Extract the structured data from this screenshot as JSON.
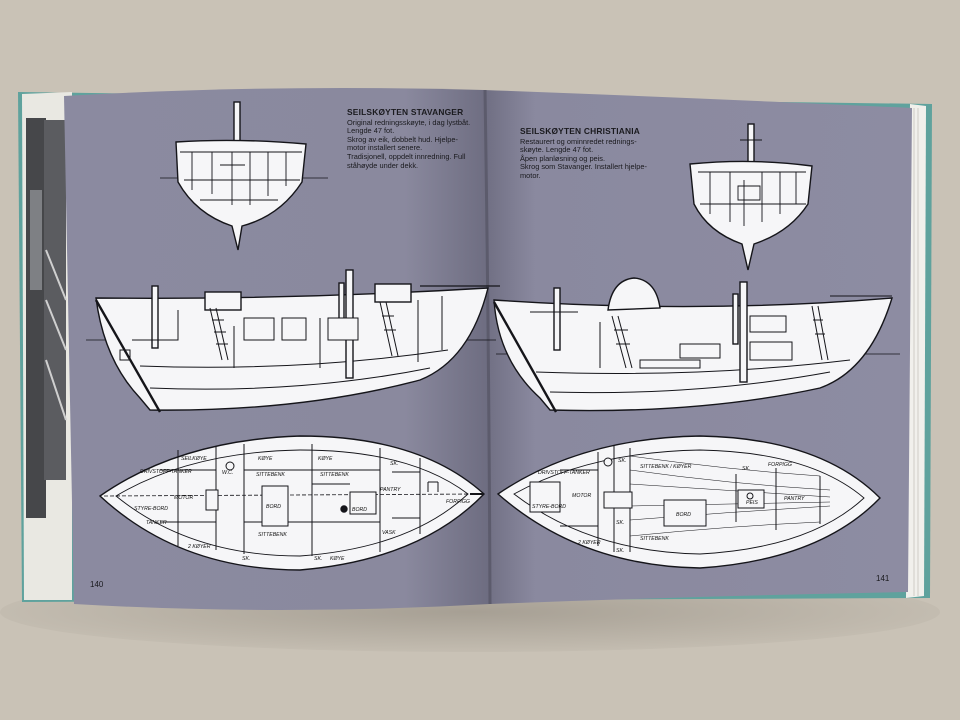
{
  "left_page": {
    "title": "SEILSKØYTEN STAVANGER",
    "lines": [
      "Original redningsskøyte, i dag lystbåt.",
      "Lengde 47 fot.",
      "Skrog av eik, dobbelt hud. Hjelpe-",
      "motor installert senere.",
      "Tradisjonell, oppdelt innredning. Full",
      "ståhøyde under dekk."
    ],
    "page_number": "140",
    "plan_labels": {
      "seilkoye": "SEILKØYE",
      "koye_top": "KØYE",
      "koye_top2": "KØYE",
      "sk_top": "SK.",
      "sittebenk_top": "SITTEBENK",
      "sittebenk_top2": "SITTEBENK",
      "drivstofftanker": "DRIVSTOFF-TANKER",
      "motor": "MOTOR",
      "styrebord": "STYRE-BORD",
      "tanker": "TANKER",
      "bord": "BORD",
      "bord2": "BORD",
      "pantry": "PANTRY",
      "forpigg": "FORPIGG",
      "wc": "W.C.",
      "koyer": "2 KØYER",
      "sk_b1": "SK.",
      "sittebenk_bot": "SITTEBENK",
      "sk_b2": "SK.",
      "koye_bot": "KØYE",
      "vask": "VASK"
    }
  },
  "right_page": {
    "title": "SEILSKØYTEN CHRISTIANIA",
    "lines": [
      "Restaurert og ominnredet rednings-",
      "skøyte. Lengde 47 fot.",
      "Åpen planløsning og peis.",
      "Skrog som Stavanger. Installert hjelpe-",
      "motor."
    ],
    "page_number": "141",
    "plan_labels": {
      "sittebenk_koyer": "SITTEBENK / KØYER",
      "sk_top": "SK.",
      "skap": "SK.",
      "drivstofftanker": "DRIVSTOFF-TANKER",
      "motor": "MOTOR",
      "styrebord": "STYRE-BORD",
      "bord": "BORD",
      "peis": "PEIS",
      "pantry": "PANTRY",
      "forpigg": "FORPIGG",
      "koyer": "2 KØYER",
      "sk_mid": "SK.",
      "sittebenk_bot": "SITTEBENK",
      "sk_bot": "SK."
    }
  },
  "colors": {
    "background": "#c9c2b6",
    "page_grey": "#85849a",
    "drawing_white": "#f6f6f8",
    "ink": "#15151a",
    "book_cover": "#5fa29d"
  }
}
